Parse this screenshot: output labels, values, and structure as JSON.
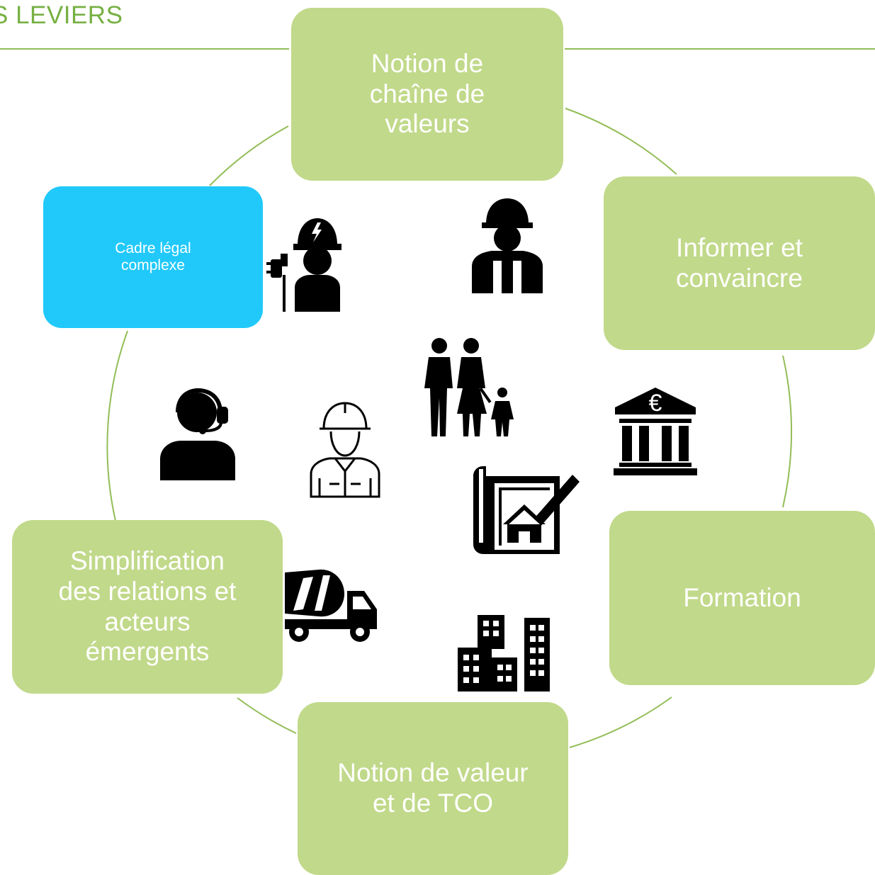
{
  "title": "S LEVIERS",
  "colors": {
    "node_fill": "#c1d98a",
    "node_text": "#ffffff",
    "highlight_fill": "#21c9fb",
    "connector": "#93bd57",
    "title_text": "#77b043",
    "icon": "#000000"
  },
  "nodes": [
    {
      "id": "chaine",
      "label": "Notion de\nchaîne de\nvaleurs",
      "fill": "green"
    },
    {
      "id": "informer",
      "label": "Informer et\nconvaincre",
      "fill": "green"
    },
    {
      "id": "formation",
      "label": "Formation",
      "fill": "green"
    },
    {
      "id": "tco",
      "label": "Notion de valeur\net de TCO",
      "fill": "green"
    },
    {
      "id": "simplification",
      "label": "Simplification\ndes relations et\nacteurs\némergents",
      "fill": "green"
    },
    {
      "id": "cadre",
      "label": "Cadre légal\ncomplexe",
      "fill": "blue"
    }
  ],
  "icons": [
    {
      "name": "electrician-worker-icon"
    },
    {
      "name": "construction-worker-icon"
    },
    {
      "name": "family-icon"
    },
    {
      "name": "bank-euro-icon"
    },
    {
      "name": "call-center-agent-icon"
    },
    {
      "name": "worker-outline-icon"
    },
    {
      "name": "house-blueprint-icon"
    },
    {
      "name": "concrete-mixer-truck-icon"
    },
    {
      "name": "city-buildings-icon"
    }
  ],
  "bank_symbol": "€"
}
